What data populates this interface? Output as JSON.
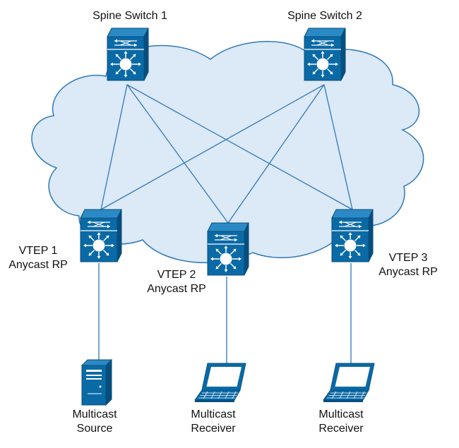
{
  "diagram": {
    "spines": [
      {
        "id": "spine1",
        "label": "Spine Switch 1"
      },
      {
        "id": "spine2",
        "label": "Spine Switch 2"
      }
    ],
    "leaves": [
      {
        "id": "vtep1",
        "line1": "VTEP 1",
        "line2": "Anycast RP"
      },
      {
        "id": "vtep2",
        "line1": "VTEP 2",
        "line2": "Anycast RP"
      },
      {
        "id": "vtep3",
        "line1": "VTEP 3",
        "line2": "Anycast RP"
      }
    ],
    "endpoints": [
      {
        "id": "src",
        "kind": "server-icon",
        "line1": "Multicast",
        "line2": "Source",
        "attached_to": "vtep1"
      },
      {
        "id": "rcv1",
        "kind": "laptop-icon",
        "line1": "Multicast",
        "line2": "Receiver",
        "attached_to": "vtep2"
      },
      {
        "id": "rcv2",
        "kind": "laptop-icon",
        "line1": "Multicast",
        "line2": "Receiver",
        "attached_to": "vtep3"
      }
    ],
    "links": [
      [
        "spine1",
        "vtep1"
      ],
      [
        "spine1",
        "vtep2"
      ],
      [
        "spine1",
        "vtep3"
      ],
      [
        "spine2",
        "vtep1"
      ],
      [
        "spine2",
        "vtep2"
      ],
      [
        "spine2",
        "vtep3"
      ]
    ],
    "colors": {
      "device": "#0a6aa6",
      "device_dark": "#074e7d",
      "device_light": "#2b8ac6",
      "link": "#2f79b8",
      "cloud_fill": "#dce9f6",
      "cloud_stroke": "#2f79b8"
    }
  }
}
